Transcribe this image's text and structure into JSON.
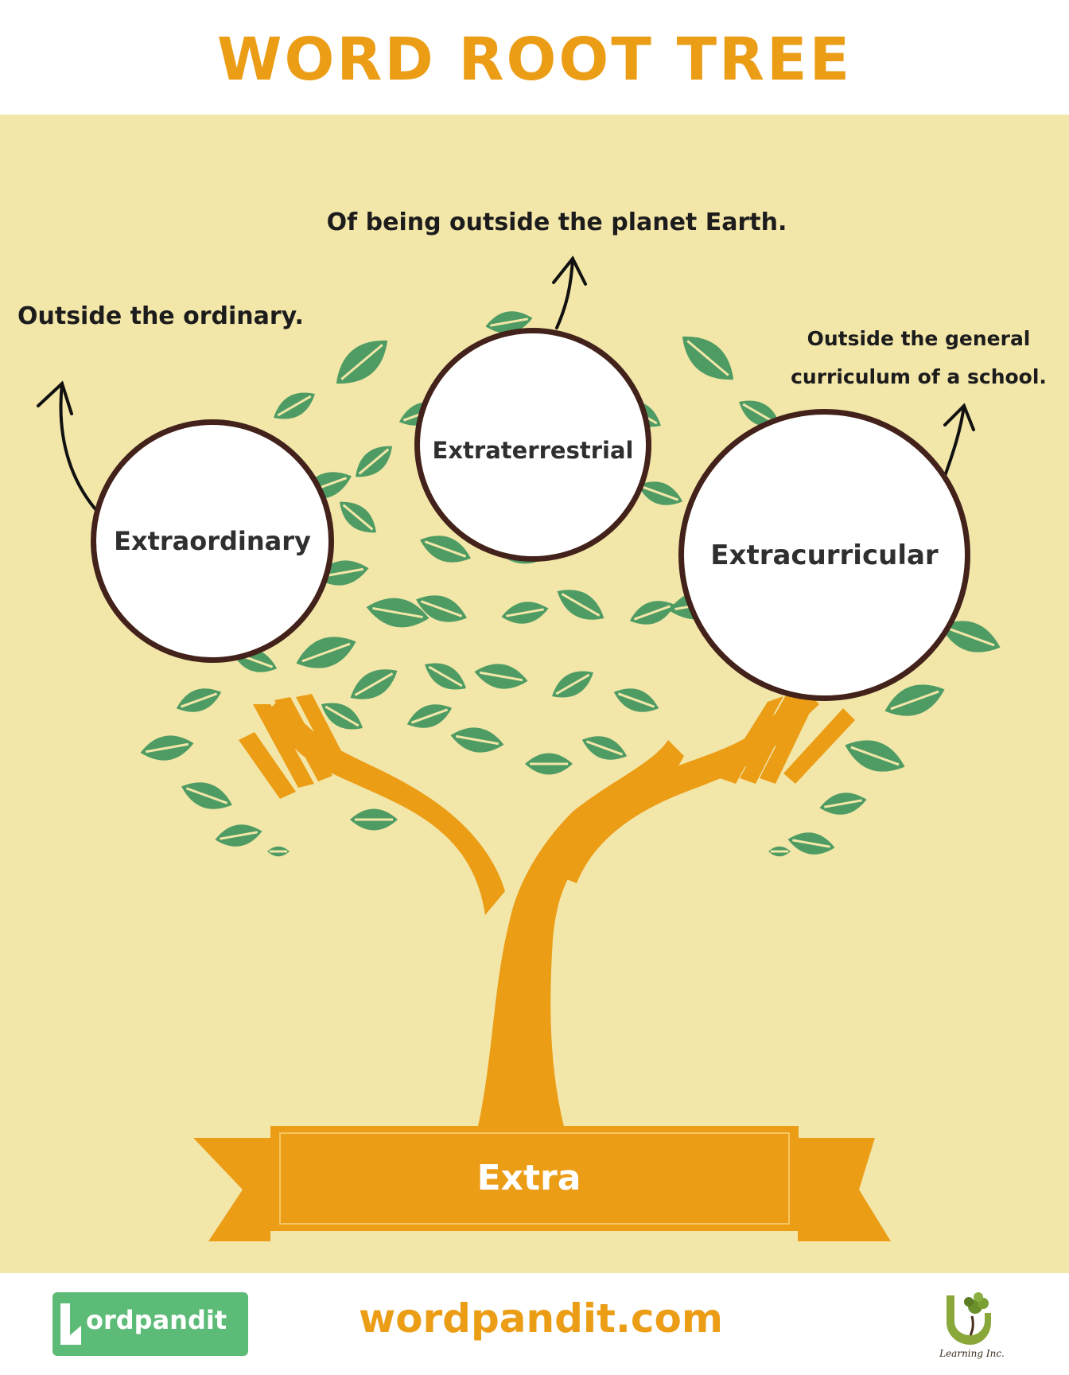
{
  "title": "WORD ROOT TREE",
  "root_word": "Extra",
  "branches": [
    {
      "word": "Extraordinary",
      "definition": "Outside the ordinary."
    },
    {
      "word": "Extraterrestrial",
      "definition": "Of being outside the planet Earth."
    },
    {
      "word": "Extracurricular",
      "definition": "Outside the general curriculum of a school."
    }
  ],
  "footer": {
    "brand_logo": "Wordpandit",
    "brand_logo_rest": "ordpandit",
    "website": "wordpandit.com",
    "learning_logo_caption": "Learning Inc."
  },
  "colors": {
    "accent_orange": "#eb9d16",
    "background_panel": "#f3e6a9",
    "leaf_green": "#4e9c63",
    "circle_border": "#42221a",
    "logo_green": "#5dbb78"
  }
}
